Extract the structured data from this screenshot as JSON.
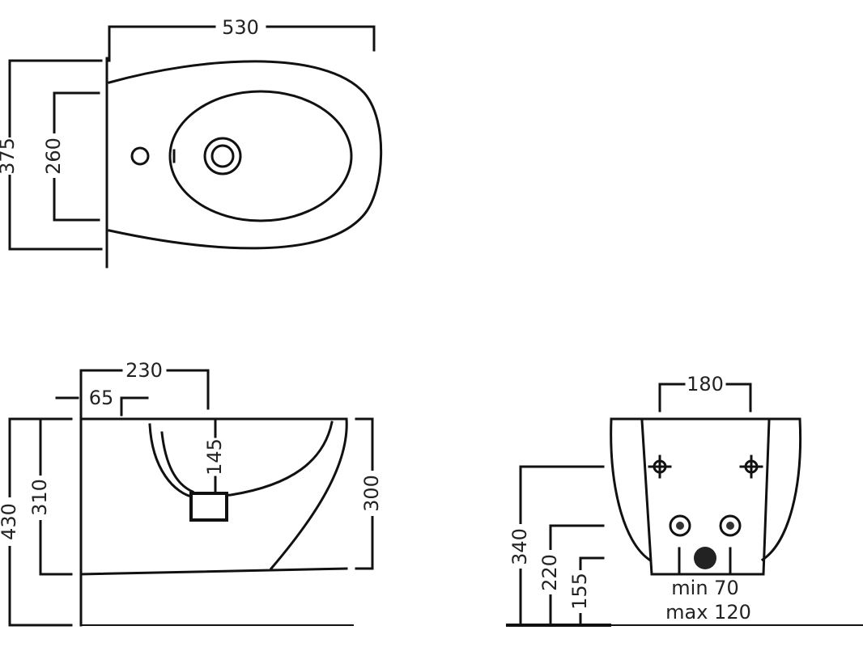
{
  "top_view": {
    "width": "530",
    "depth_overall": "375",
    "depth_fixing": "260"
  },
  "side_view": {
    "tap_distance": "230",
    "tap_offset": "65",
    "bowl_depth": "145",
    "height_overall": "430",
    "height_fixing": "310",
    "front_height": "300"
  },
  "rear_view": {
    "fixing_spacing": "180",
    "height_340": "340",
    "height_220": "220",
    "height_155": "155",
    "min_label": "min 70",
    "max_label": "max 120"
  },
  "colors": {
    "line": "#111111",
    "background": "#ffffff"
  }
}
